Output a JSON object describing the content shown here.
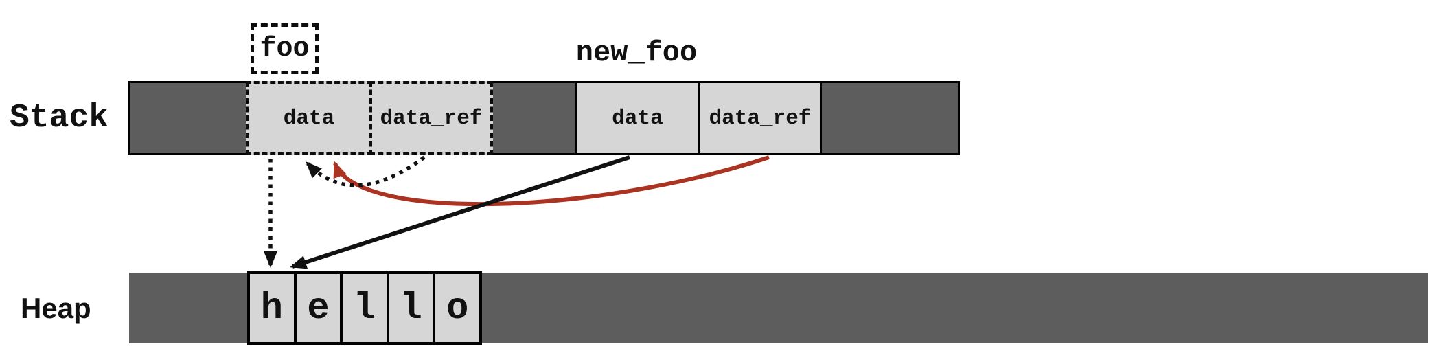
{
  "diagram": {
    "stack": {
      "label": "Stack",
      "foo": {
        "title": "foo",
        "border_style": "dashed",
        "cells": [
          {
            "label": "data"
          },
          {
            "label": "data_ref"
          }
        ]
      },
      "new_foo": {
        "title": "new_foo",
        "border_style": "solid",
        "cells": [
          {
            "label": "data"
          },
          {
            "label": "data_ref"
          }
        ]
      }
    },
    "heap": {
      "label": "Heap",
      "string_cells": [
        "h",
        "e",
        "l",
        "l",
        "o"
      ]
    },
    "arrows": [
      {
        "from": "foo.data",
        "to": "heap.h",
        "line": "dotted",
        "color": "#111111"
      },
      {
        "from": "foo.data_ref",
        "to": "foo.data",
        "line": "dotted",
        "color": "#111111"
      },
      {
        "from": "new_foo.data",
        "to": "heap.h",
        "line": "solid",
        "color": "#111111"
      },
      {
        "from": "new_foo.data_ref",
        "to": "foo.data",
        "line": "solid",
        "color": "#ab3322"
      }
    ],
    "colors": {
      "bar_dark": "#5d5d5d",
      "cell_light": "#d6d6d6",
      "ink": "#111111",
      "arrow_red": "#ab3322",
      "background": "#ffffff"
    }
  }
}
